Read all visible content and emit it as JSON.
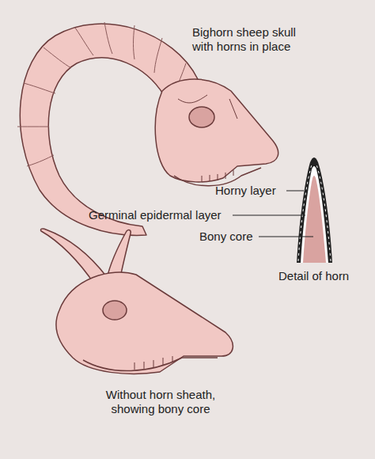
{
  "diagram": {
    "labels": [
      "Bighorn sheep skull with horns in place",
      "Horny layer",
      "Germinal epidermal layer",
      "Bony core",
      "Detail of horn",
      "Without horn sheath, showing bony core"
    ]
  }
}
